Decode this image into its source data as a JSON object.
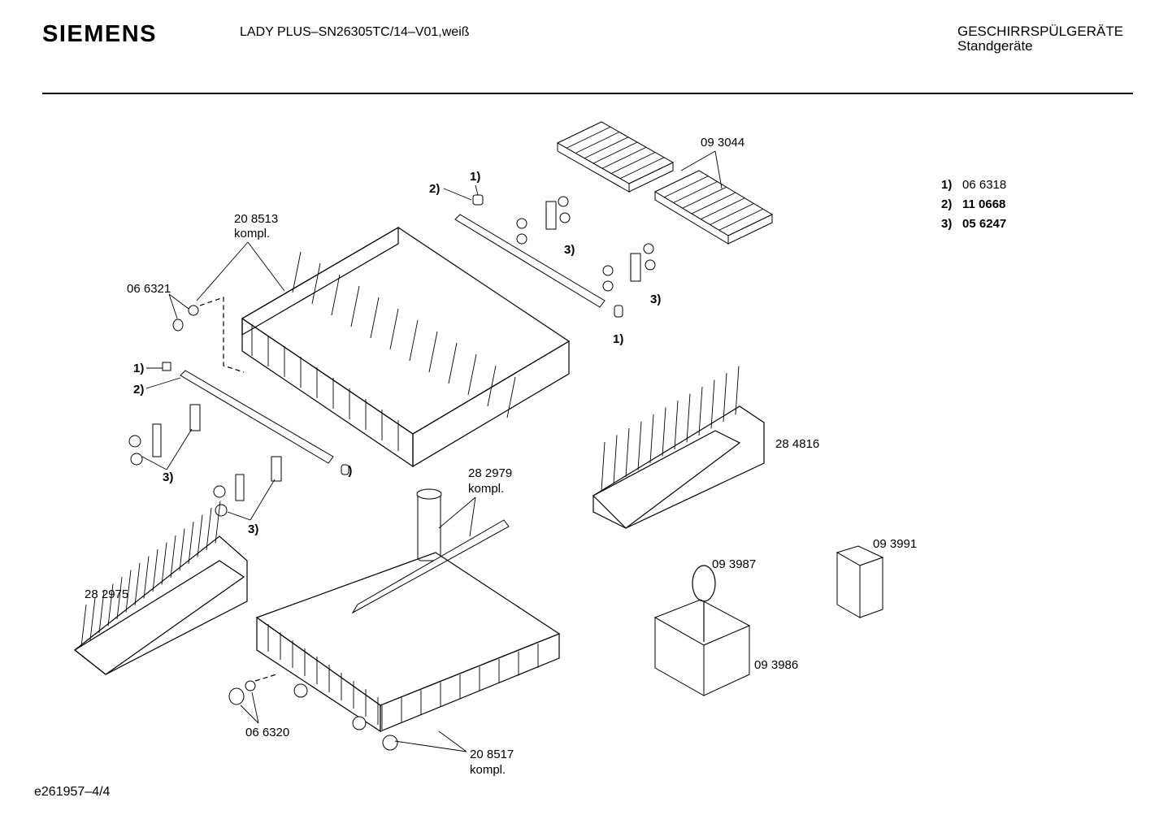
{
  "header": {
    "brand": "SIEMENS",
    "model": "LADY PLUS–SN26305TC/14–V01,weiß",
    "category_line1": "GESCHIRRSPÜLGERÄTE",
    "category_line2": "Standgeräte"
  },
  "legend": [
    {
      "key": "1)",
      "value": "06 6318"
    },
    {
      "key": "2)",
      "value": "11 0668"
    },
    {
      "key": "3)",
      "value": "05 6247"
    }
  ],
  "labels": {
    "p093044": "09 3044",
    "p208513": "20 8513",
    "kompl": "kompl.",
    "p066321": "06 6321",
    "p284816": "28 4816",
    "p282979": "28 2979",
    "p282975": "28 2975",
    "p093987": "09 3987",
    "p093991": "09 3991",
    "p093986": "09 3986",
    "p066320": "06 6320",
    "p208517": "20 8517",
    "m1": "1)",
    "m2": "2)",
    "m3": "3)"
  },
  "footer": {
    "code": "e261957–4/4"
  }
}
